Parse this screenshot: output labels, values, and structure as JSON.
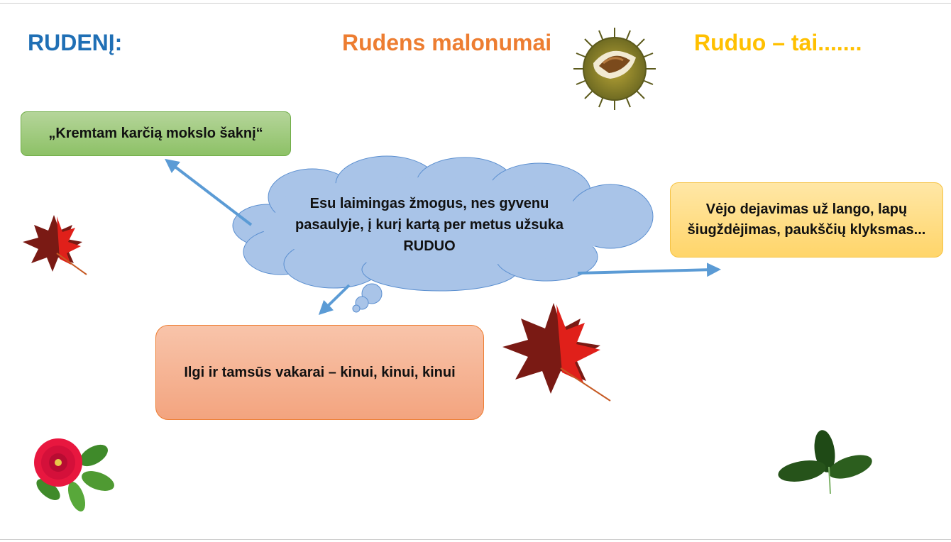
{
  "headings": {
    "left": "RUDENĮ:",
    "center": "Rudens malonumai",
    "right": "Ruduo – tai......."
  },
  "cloud": {
    "text": "Esu laimingas žmogus, nes gyvenu pasaulyje, į kurį kartą per metus užsuka RUDUO"
  },
  "boxes": {
    "green": "„Kremtam karčią mokslo šaknį“",
    "yellow": "Vėjo dejavimas už lango, lapų šiugždėjimas, paukščių klyksmas...",
    "orange": "Ilgi ir tamsūs vakarai – kinui, kinui, kinui"
  },
  "colors": {
    "heading_left": "#1f6fb5",
    "heading_center": "#ed7d31",
    "heading_right": "#ffc000",
    "arrow": "#5b9bd5",
    "cloud_fill": "#a9c4e8",
    "cloud_stroke": "#5b8fd0"
  },
  "decorations": [
    "chestnut-icon",
    "maple-leaf-icon",
    "maple-leaf-icon",
    "flower-icon",
    "clover-leaf-icon"
  ]
}
